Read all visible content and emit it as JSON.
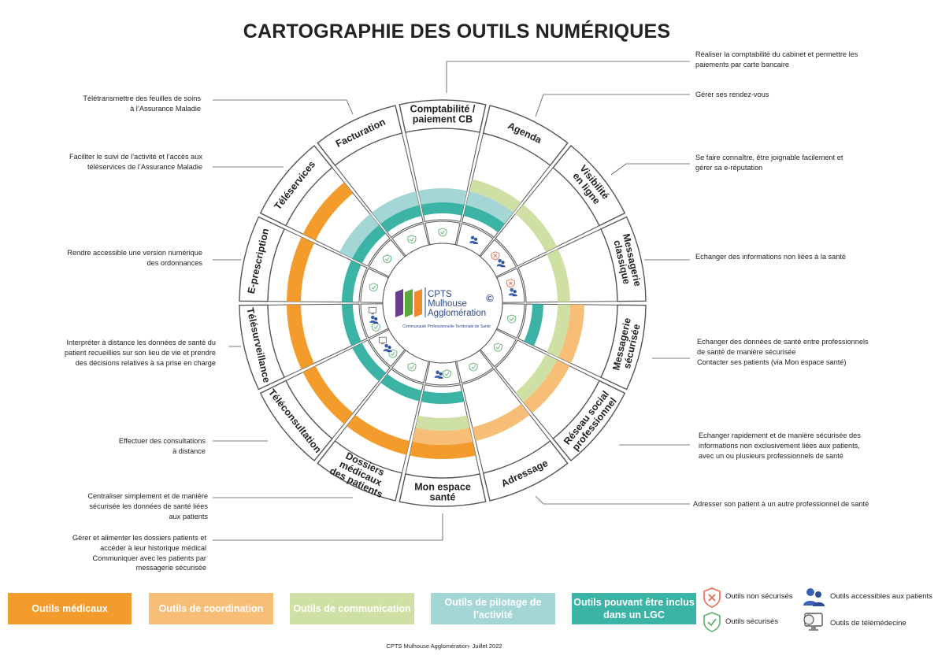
{
  "title": "CARTOGRAPHIE DES OUTILS NUMÉRIQUES",
  "colors": {
    "medical": "#f39c2c",
    "coordination": "#f7be78",
    "communication": "#cfe0a5",
    "pilotage": "#a3d6d4",
    "lgc": "#3bb4a5",
    "patients_icon": "#3a63b8",
    "secure_icon": "#5bb070",
    "unsecure_icon": "#e56b4f"
  },
  "center_logo": {
    "line1": "CPTS",
    "line2": "Mulhouse",
    "line3": "Agglomération",
    "subtitle": "Communauté Professionnelle Territoriale de Santé",
    "mark": "©"
  },
  "sectors": [
    {
      "id": "comptabilite",
      "label": "Comptabilité /\npaiement CB",
      "note": "Réaliser la comptabilité du cabinet et permettre les\npaiements par carte bancaire",
      "categories": [
        "pilotage",
        "lgc"
      ],
      "icons": [
        "secure"
      ]
    },
    {
      "id": "agenda",
      "label": "Agenda",
      "note": "Gérer ses rendez-vous",
      "categories": [
        "communication",
        "pilotage",
        "lgc"
      ],
      "icons": [
        "patients"
      ]
    },
    {
      "id": "visibilite",
      "label": "Visibilité\nen ligne",
      "note": "Se faire connaître, être joignable facilement et\ngérer sa e-réputation",
      "categories": [
        "communication"
      ],
      "icons": [
        "unsecure",
        "patients"
      ]
    },
    {
      "id": "messagerie-classique",
      "label": "Messagerie\nclassique",
      "note": "Echanger des informations non liées à la santé",
      "categories": [
        "communication"
      ],
      "icons": [
        "unsecure",
        "patients"
      ]
    },
    {
      "id": "messagerie-securisee",
      "label": "Messagerie\nsécurisée",
      "note": "Echanger des données de santé entre professionnels\nde santé de manière sécurisée\nContacter ses patients (via Mon espace santé)",
      "categories": [
        "coordination",
        "communication",
        "lgc"
      ],
      "icons": [
        "secure"
      ]
    },
    {
      "id": "reseau-social",
      "label": "Réseau social\nprofessionnel",
      "note": "Echanger rapidement et de manière sécurisée des\ninformations non exclusivement liées aux patients,\navec un ou plusieurs professionnels de santé",
      "categories": [
        "coordination",
        "communication"
      ],
      "icons": [
        "secure"
      ]
    },
    {
      "id": "adressage",
      "label": "Adressage",
      "note": "Adresser son patient à un autre professionnel de santé",
      "categories": [
        "coordination"
      ],
      "icons": [
        "secure"
      ]
    },
    {
      "id": "mon-espace-sante",
      "label": "Mon espace\nsanté",
      "note": "Gérer et alimenter les dossiers patients et\naccéder à leur historique médical\nCommuniquer avec les patients par\nmessagerie sécurisée",
      "categories": [
        "medical",
        "coordination",
        "communication",
        "lgc"
      ],
      "icons": [
        "secure",
        "patients"
      ]
    },
    {
      "id": "dossiers-medicaux",
      "label": "Dossiers\nmédicaux\ndes patients",
      "note": "Centraliser simplement et de manière\nsécurisée les données de santé liées\naux patients",
      "categories": [
        "medical",
        "lgc"
      ],
      "icons": [
        "secure"
      ]
    },
    {
      "id": "teleconsultation",
      "label": "Téléconsultation",
      "note": "Effectuer des consultations\nà distance",
      "categories": [
        "medical",
        "lgc"
      ],
      "icons": [
        "secure",
        "patients",
        "telemedicine"
      ]
    },
    {
      "id": "telesurveillance",
      "label": "Télésurveillance",
      "note": "Interpréter à distance les données de santé du\npatient recueillies sur son lieu de vie et prendre\ndes décisions relatives à sa prise en charge",
      "categories": [
        "medical",
        "lgc"
      ],
      "icons": [
        "secure",
        "patients",
        "telemedicine"
      ]
    },
    {
      "id": "e-prescription",
      "label": "E-prescription",
      "note": "Rendre accessible une version numérique\ndes ordonnances",
      "categories": [
        "medical",
        "lgc"
      ],
      "icons": [
        "secure"
      ]
    },
    {
      "id": "teleservices",
      "label": "Téléservices",
      "note": "Faciliter le suivi de l’activité et l’accès aux\ntéléservices de l’Assurance Maladie",
      "categories": [
        "medical",
        "pilotage",
        "lgc"
      ],
      "icons": [
        "secure"
      ]
    },
    {
      "id": "facturation",
      "label": "Facturation",
      "note": "Télétransmettre des feuilles de soins\nà l’Assurance Maladie",
      "categories": [
        "pilotage",
        "lgc"
      ],
      "icons": [
        "secure"
      ]
    }
  ],
  "legend": {
    "categories": [
      {
        "id": "medical",
        "label": "Outils médicaux"
      },
      {
        "id": "coordination",
        "label": "Outils de coordination"
      },
      {
        "id": "communication",
        "label": "Outils de communication"
      },
      {
        "id": "pilotage",
        "label": "Outils de pilotage de\nl’activité"
      },
      {
        "id": "lgc",
        "label": "Outils pouvant être inclus\ndans un LGC"
      }
    ],
    "icons": [
      {
        "id": "unsecure",
        "label": "Outils non sécurisés"
      },
      {
        "id": "secure",
        "label": "Outils sécurisés"
      },
      {
        "id": "patients",
        "label": "Outils accessibles aux patients"
      },
      {
        "id": "telemedicine",
        "label": "Outils de télémédecine"
      }
    ]
  },
  "footer": "CPTS Mulhouse Agglomération- Juillet 2022"
}
